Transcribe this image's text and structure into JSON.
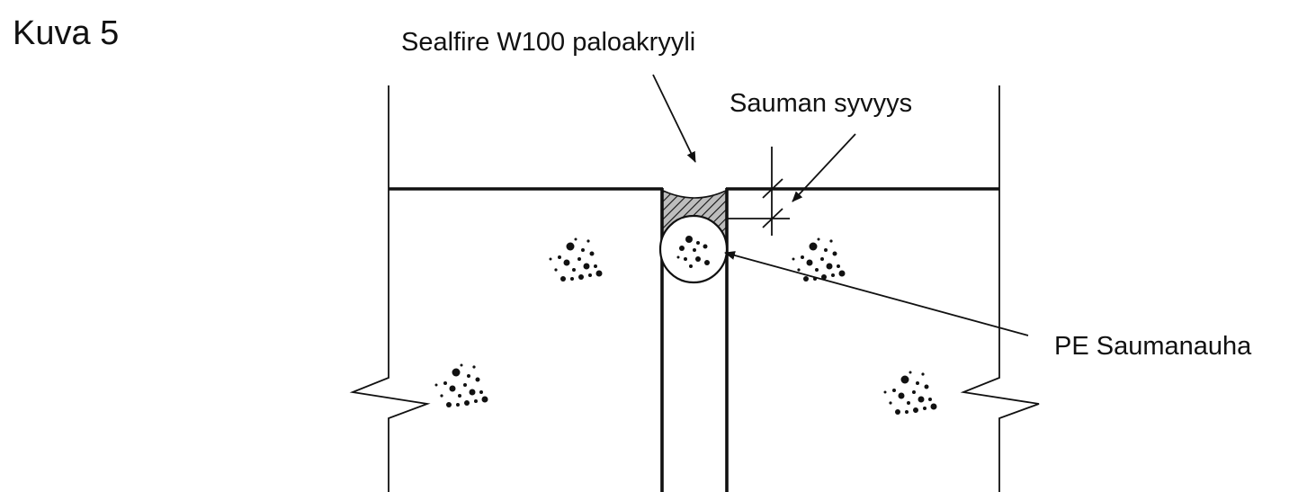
{
  "figure": {
    "title": "Kuva 5",
    "labels": {
      "sealant": "Sealfire W100 paloakryyli",
      "joint_depth": "Sauman syvyys",
      "backer_rod": "PE Saumanauha"
    }
  }
}
